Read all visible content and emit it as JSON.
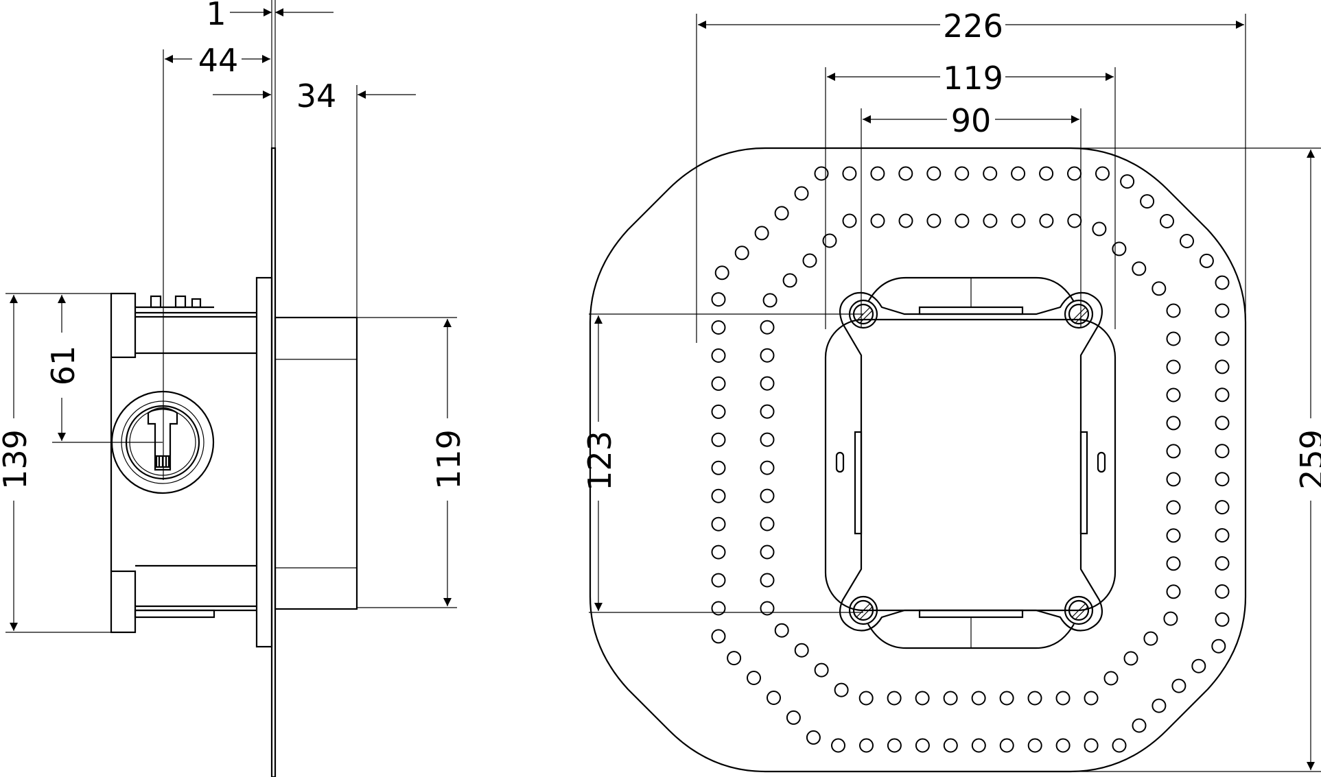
{
  "dimensions": {
    "top_gap": "1",
    "offset_44": "44",
    "depth_34": "34",
    "height_139": "139",
    "center_61": "61",
    "body_119": "119",
    "width_226": "226",
    "width_119": "119",
    "width_90": "90",
    "height_123": "123",
    "height_259": "259"
  },
  "colors": {
    "line": "#000000",
    "background": "#ffffff"
  }
}
